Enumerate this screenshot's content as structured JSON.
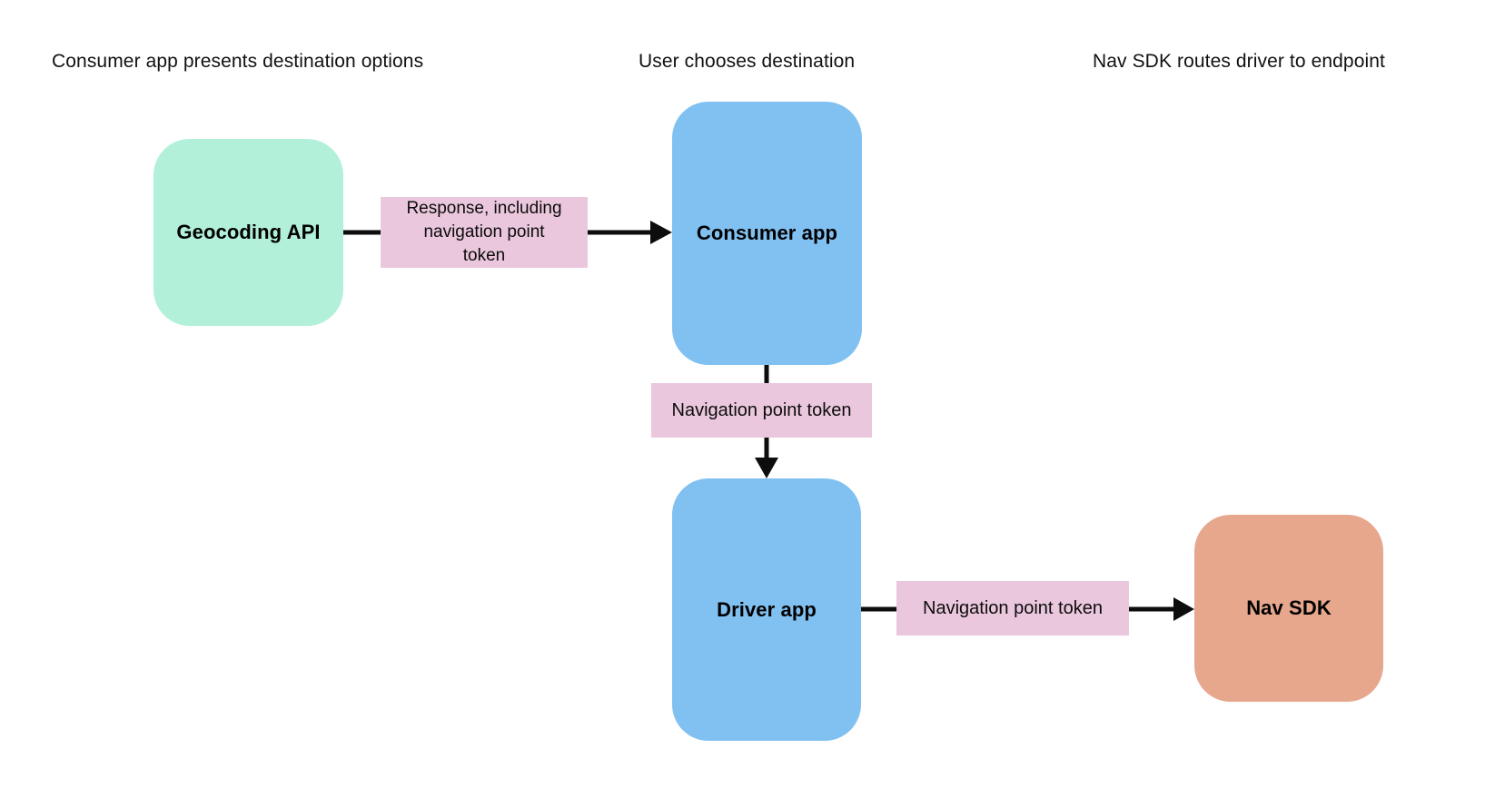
{
  "headers": [
    {
      "label": "Consumer app presents destination options"
    },
    {
      "label": "User chooses destination"
    },
    {
      "label": "Nav SDK routes driver to endpoint"
    }
  ],
  "nodes": {
    "geocoding_api": {
      "label": "Geocoding API",
      "color": "#b2f0da"
    },
    "consumer_app": {
      "label": "Consumer app",
      "color": "#81c1f2"
    },
    "driver_app": {
      "label": "Driver app",
      "color": "#81c1f2"
    },
    "nav_sdk": {
      "label": "Nav SDK",
      "color": "#e7a78d"
    }
  },
  "edges": [
    {
      "from": "geocoding_api",
      "to": "consumer_app",
      "label": "Response, including navigation point token",
      "lines": [
        "Response, including",
        "navigation point",
        "token"
      ]
    },
    {
      "from": "consumer_app",
      "to": "driver_app",
      "label": "Navigation point token"
    },
    {
      "from": "driver_app",
      "to": "nav_sdk",
      "label": "Navigation point token"
    }
  ],
  "colors": {
    "mint_node": "#b2f0da",
    "blue_node": "#81c1f2",
    "salmon_node": "#e7a78d",
    "pink_label": "#eac7dd",
    "arrow": "#0d0d0d",
    "text": "#111111",
    "canvas_background": "#ffffff"
  }
}
